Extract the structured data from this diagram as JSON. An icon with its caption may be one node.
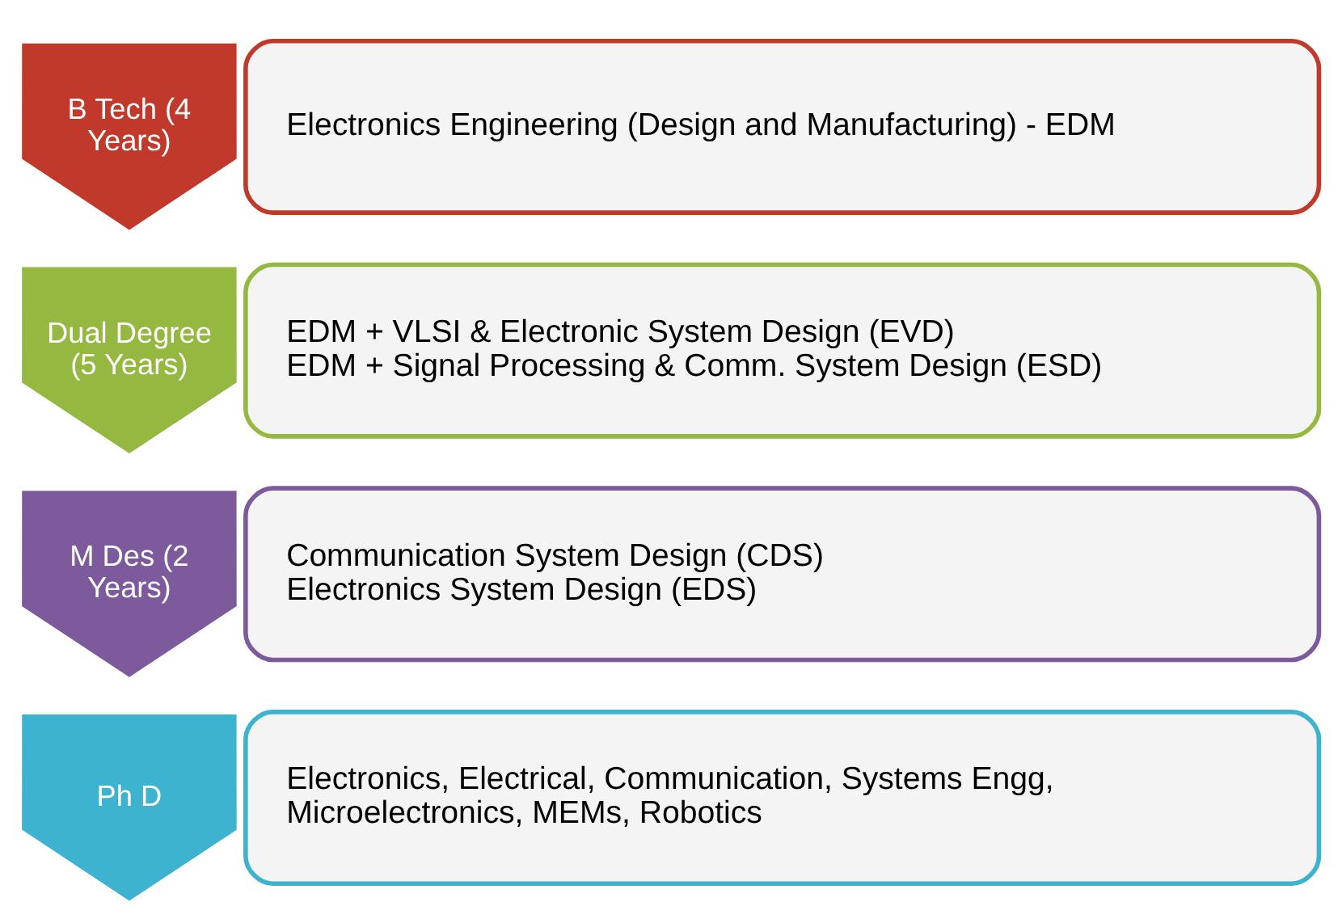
{
  "diagram": {
    "nodes": [
      {
        "text": [
          "B Tech (4 Years)"
        ]
      },
      {
        "text": [
          "Electronics Engineering (Design and Manufacturing) - EDM"
        ]
      },
      {
        "text": [
          "Dual Degree (5 Years)"
        ]
      },
      {
        "text": [
          "EDM + VLSI & Electronic System Design (EVD)",
          "EDM + Signal Processing & Comm. System Design (ESD)"
        ]
      },
      {
        "text": [
          "M Des (2 Years)"
        ]
      },
      {
        "text": [
          "Communication System Design (CDS)",
          "Electronics System Design (EDS)"
        ]
      },
      {
        "text": [
          "Ph D"
        ]
      },
      {
        "text": [
          "Electronics, Electrical, Communication, Systems Engg, Microelectronics, MEMs, Robotics"
        ]
      }
    ]
  }
}
